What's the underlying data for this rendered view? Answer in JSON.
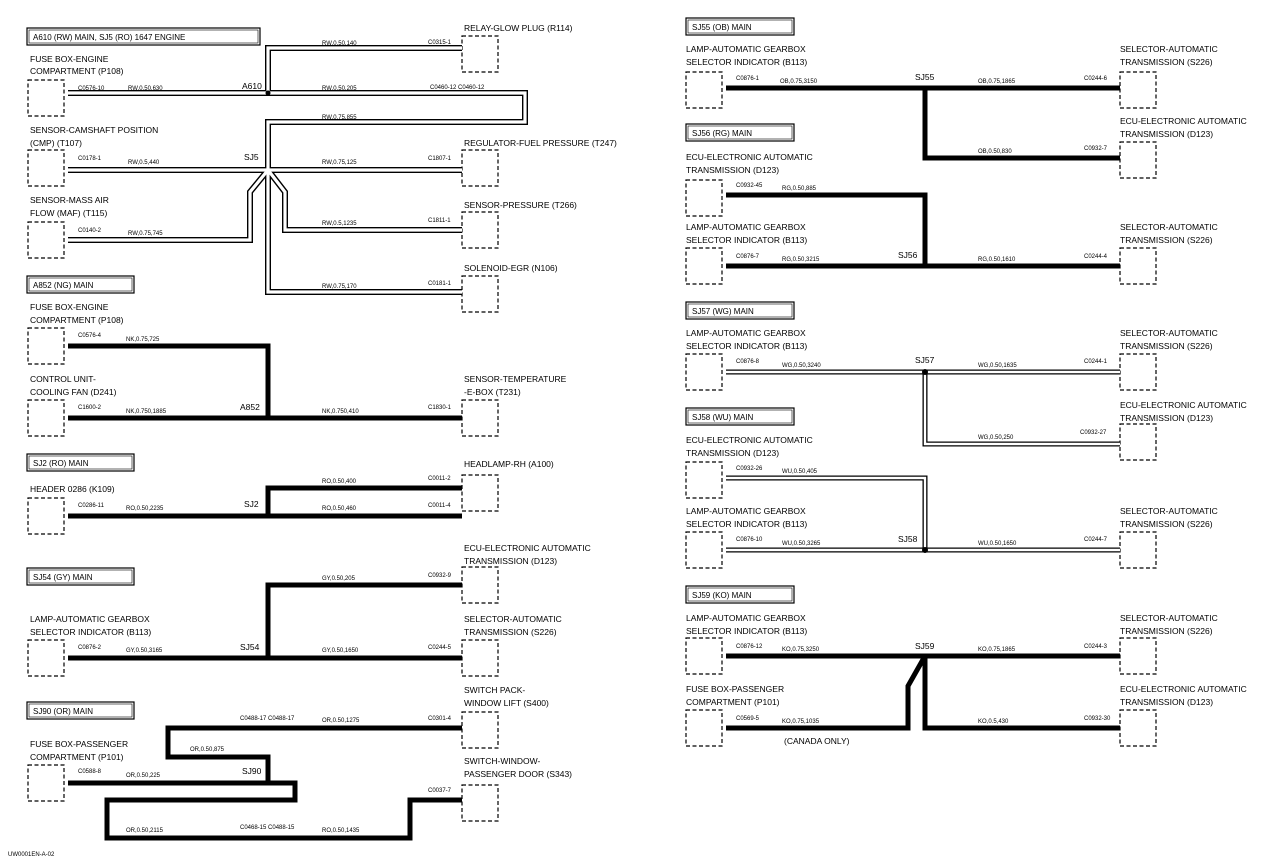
{
  "footer_code": "UW0001EN-A-02",
  "left": {
    "s1": {
      "title": "A610 (RW) MAIN, SJ5 (RO) 1647 ENGINE",
      "splice1": "A610",
      "splice2": "SJ5",
      "comp_fuse": [
        "FUSE BOX-ENGINE",
        "COMPARTMENT (P108)"
      ],
      "comp_cmp": [
        "SENSOR-CAMSHAFT POSITION",
        "(CMP) (T107)"
      ],
      "comp_maf": [
        "SENSOR-MASS AIR",
        "FLOW (MAF) (T115)"
      ],
      "comp_relay": "RELAY-GLOW PLUG (R114)",
      "comp_reg": "REGULATOR-FUEL PRESSURE (T247)",
      "comp_press": "SENSOR-PRESSURE (T266)",
      "comp_egr": "SOLENOID-EGR (N106)",
      "w_fuse": "RW,0.50,630",
      "w_relay": "RW,0.50,140",
      "w_205": "RW,0.50,205",
      "w_855": "RW,0.75,855",
      "w_cmp": "RW,0.5,440",
      "w_reg": "RW,0.75,125",
      "w_maf": "RW,0.75,745",
      "w_press": "RW,0.5,1235",
      "w_egr": "RW,0.75,170",
      "c_fuse": "C0576-10",
      "c_relay": "C0315-1",
      "c_mid": "C0460-12  C0460-12",
      "c_cmp": "C0178-1",
      "c_reg": "C1807-1",
      "c_maf": "C0140-2",
      "c_press": "C1811-1",
      "c_egr": "C0181-1"
    },
    "s2": {
      "title": "A852 (NG) MAIN",
      "splice": "A852",
      "comp_fuse": [
        "FUSE BOX-ENGINE",
        "COMPARTMENT (P108)"
      ],
      "comp_ctrl": [
        "CONTROL UNIT-",
        "COOLING FAN (D241)"
      ],
      "comp_temp": [
        "SENSOR-TEMPERATURE",
        "-E-BOX (T231)"
      ],
      "w_fuse": "NK,0.75,725",
      "w_ctrl": "NK,0.750,1885",
      "w_temp": "NK,0.750,410",
      "c_fuse": "C0576-4",
      "c_ctrl": "C1600-2",
      "c_temp": "C1830-1"
    },
    "s3": {
      "title": "SJ2 (RO) MAIN",
      "splice": "SJ2",
      "comp_hdr": "HEADER 0286 (K109)",
      "comp_lamp": "HEADLAMP-RH (A100)",
      "w_hdr": "RO,0.50,2235",
      "w_top": "RO,0.50,400",
      "w_bot": "RO,0.50,460",
      "c_hdr": "C0286-11",
      "c_top": "C0011-2",
      "c_bot": "C0011-4"
    },
    "s4": {
      "title": "SJ54 (GY) MAIN",
      "splice": "SJ54",
      "comp_lamp": [
        "LAMP-AUTOMATIC GEARBOX",
        "SELECTOR INDICATOR (B113)"
      ],
      "comp_ecu": [
        "ECU-ELECTRONIC AUTOMATIC",
        "TRANSMISSION (D123)"
      ],
      "comp_sel": [
        "SELECTOR-AUTOMATIC",
        "TRANSMISSION (S226)"
      ],
      "w_lamp": "GY,0.50,3165",
      "w_ecu": "GY,0.50,205",
      "w_sel": "GY,0.50,1650",
      "c_lamp": "C0876-2",
      "c_ecu": "C0932-9",
      "c_sel": "C0244-5"
    },
    "s5": {
      "title": "SJ90 (OR) MAIN",
      "splice": "SJ90",
      "comp_fuse": [
        "FUSE BOX-PASSENGER",
        "COMPARTMENT (P101)"
      ],
      "comp_sw1": [
        "SWITCH PACK-",
        "WINDOW LIFT (S400)"
      ],
      "comp_sw2": [
        "SWITCH-WINDOW-",
        "PASSENGER DOOR (S343)"
      ],
      "w_fuse": "OR,0.50,225",
      "w_or": "OR,0.50,875",
      "w_sw1": "OR,0.50,1275",
      "w_bot": "OR,0.50,2115",
      "w_sw2": "RO,0.50,1435",
      "c_fuse": "C0588-8",
      "c_sw1a": "C0488-17  C0488-17",
      "c_sw1": "C0301-4",
      "c_bot": "C0468-15  C0488-15",
      "c_sw2": "C0037-7"
    }
  },
  "right": {
    "r1": {
      "title": "SJ55 (OB) MAIN",
      "splice": "SJ55",
      "comp_lamp": [
        "LAMP-AUTOMATIC GEARBOX",
        "SELECTOR INDICATOR (B113)"
      ],
      "comp_sel": [
        "SELECTOR-AUTOMATIC",
        "TRANSMISSION (S226)"
      ],
      "comp_ecu": [
        "ECU-ELECTRONIC AUTOMATIC",
        "TRANSMISSION (D123)"
      ],
      "w_lamp": "OB,0.75,3150",
      "w_sel": "OB,0.75,1865",
      "w_ecu": "OB,0.50,830",
      "c_lamp": "C0876-1",
      "c_sel": "C0244-6",
      "c_ecu": "C0932-7"
    },
    "r2": {
      "title": "SJ56 (RG) MAIN",
      "splice": "SJ56",
      "comp_ecu": [
        "ECU-ELECTRONIC AUTOMATIC",
        "TRANSMISSION (D123)"
      ],
      "comp_lamp": [
        "LAMP-AUTOMATIC GEARBOX",
        "SELECTOR INDICATOR (B113)"
      ],
      "comp_sel": [
        "SELECTOR-AUTOMATIC",
        "TRANSMISSION (S226)"
      ],
      "w_ecu": "RG,0.50,885",
      "w_lamp": "RG,0.50,3215",
      "w_sel": "RG,0.50,1610",
      "c_ecu": "C0932-45",
      "c_lamp": "C0876-7",
      "c_sel": "C0244-4"
    },
    "r3": {
      "title": "SJ57 (WG) MAIN",
      "splice": "SJ57",
      "comp_lamp": [
        "LAMP-AUTOMATIC GEARBOX",
        "SELECTOR INDICATOR (B113)"
      ],
      "comp_sel": [
        "SELECTOR-AUTOMATIC",
        "TRANSMISSION (S226)"
      ],
      "comp_ecu": [
        "ECU-ELECTRONIC AUTOMATIC",
        "TRANSMISSION (D123)"
      ],
      "w_lamp": "WG,0.50,3240",
      "w_sel": "WG,0.50,1635",
      "w_ecu": "WG,0.50,250",
      "c_lamp": "C0876-8",
      "c_sel": "C0244-1",
      "c_ecu": "C0932-27"
    },
    "r4": {
      "title": "SJ58 (WU) MAIN",
      "splice": "SJ58",
      "comp_ecu": [
        "ECU-ELECTRONIC AUTOMATIC",
        "TRANSMISSION (D123)"
      ],
      "comp_lamp": [
        "LAMP-AUTOMATIC GEARBOX",
        "SELECTOR INDICATOR (B113)"
      ],
      "comp_sel": [
        "SELECTOR-AUTOMATIC",
        "TRANSMISSION (S226)"
      ],
      "w_ecu": "WU,0.50,405",
      "w_lamp": "WU,0.50,3265",
      "w_sel": "WU,0.50,1650",
      "c_ecu": "C0932-26",
      "c_lamp": "C0876-10",
      "c_sel": "C0244-7"
    },
    "r5": {
      "title": "SJ59 (KO) MAIN",
      "splice": "SJ59",
      "comp_lamp": [
        "LAMP-AUTOMATIC GEARBOX",
        "SELECTOR INDICATOR (B113)"
      ],
      "comp_sel": [
        "SELECTOR-AUTOMATIC",
        "TRANSMISSION (S226)"
      ],
      "comp_fuse": [
        "FUSE BOX-PASSENGER",
        "COMPARTMENT (P101)"
      ],
      "comp_ecu": [
        "ECU-ELECTRONIC AUTOMATIC",
        "TRANSMISSION (D123)"
      ],
      "w_lamp": "KO,0.75,3250",
      "w_sel": "KO,0.75,1865",
      "w_fuse": "KO,0.75,1035",
      "w_ecu": "KO,0.5,430",
      "c_lamp": "C0876-12",
      "c_sel": "C0244-3",
      "c_fuse": "C0569-5",
      "c_ecu": "C0932-30",
      "note": "(CANADA ONLY)"
    }
  }
}
